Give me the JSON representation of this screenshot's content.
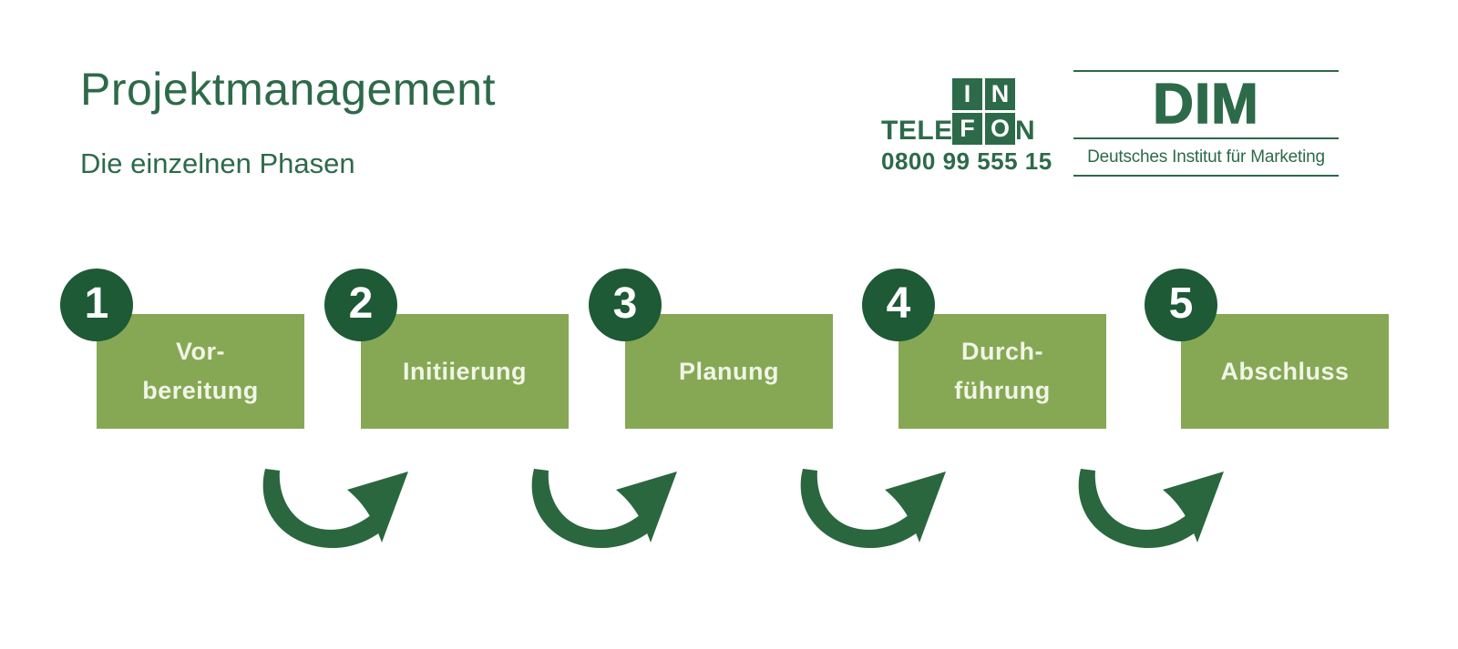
{
  "slide": {
    "title": "Projektmanagement",
    "subtitle": "Die einzelnen Phasen"
  },
  "logos": {
    "info_telefon": {
      "prefix": "TELE",
      "grid_letters": [
        "I",
        "N",
        "F",
        "O"
      ],
      "suffix": "N",
      "phone": "0800 99 555 15"
    },
    "dim": {
      "acronym": "DIM",
      "tagline": "Deutsches Institut für Marketing"
    }
  },
  "phases": [
    {
      "number": "1",
      "lines": [
        "Vor-",
        "bereitung"
      ]
    },
    {
      "number": "2",
      "lines": [
        "Initiierung"
      ]
    },
    {
      "number": "3",
      "lines": [
        "Planung"
      ]
    },
    {
      "number": "4",
      "lines": [
        "Durch-",
        "führung"
      ]
    },
    {
      "number": "5",
      "lines": [
        "Abschluss"
      ]
    }
  ],
  "colors": {
    "brand_green": "#2d6a49",
    "circle_green": "#1d5a35",
    "arrow_green": "#2a673f",
    "box_green": "#86a854",
    "box_text": "#f1f5e7"
  }
}
